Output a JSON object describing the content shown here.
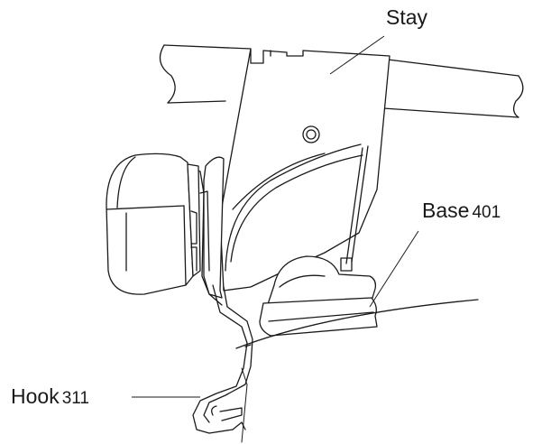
{
  "labels": {
    "stay": {
      "name": "Stay",
      "number": ""
    },
    "base": {
      "name": "Base",
      "number": "401"
    },
    "hook": {
      "name": "Hook",
      "number": "311"
    }
  },
  "colors": {
    "line": "#1a1a1a",
    "background": "#ffffff"
  }
}
